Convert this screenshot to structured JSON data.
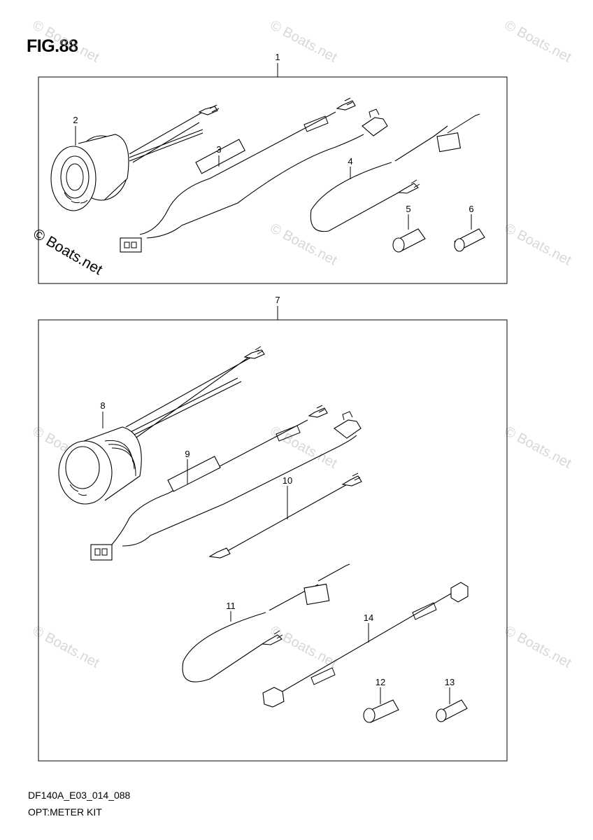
{
  "figure": {
    "title": "FIG.88",
    "footer_code": "DF140A_E03_014_088",
    "footer_name": "OPT:METER KIT"
  },
  "callouts": [
    "1",
    "2",
    "3",
    "4",
    "5",
    "6",
    "7",
    "8",
    "9",
    "10",
    "11",
    "12",
    "13",
    "14"
  ],
  "watermark": {
    "text": "© Boats.net"
  }
}
